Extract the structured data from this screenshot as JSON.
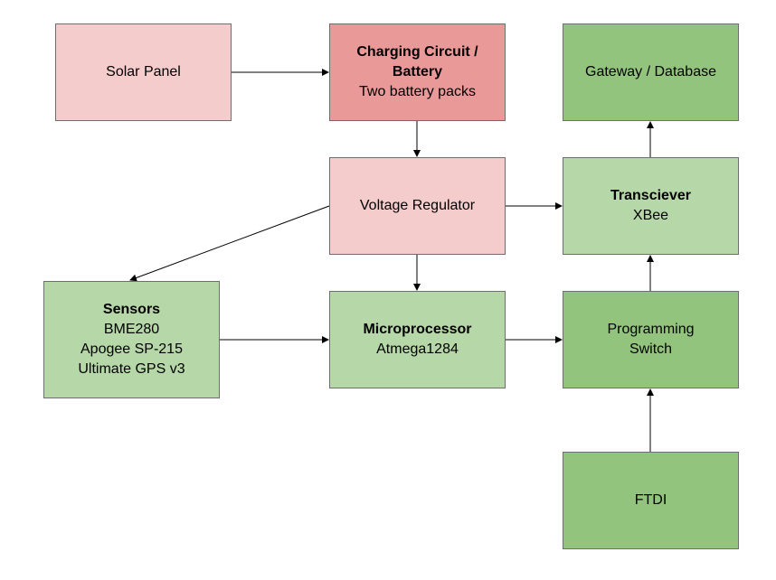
{
  "colors": {
    "power_light": "#f4cccc",
    "power_dark": "#ea9999",
    "green_light": "#b6d7a8",
    "green_dark": "#93c47d",
    "border": "#6e6e6e",
    "arrow": "#000000"
  },
  "nodes": {
    "solar": {
      "title": "",
      "lines": [
        "Solar Panel"
      ]
    },
    "charging": {
      "title": "Charging Circuit /\nBattery",
      "lines": [
        "Two battery packs"
      ]
    },
    "gateway": {
      "title": "",
      "lines": [
        "Gateway / Database"
      ]
    },
    "voltage": {
      "title": "",
      "lines": [
        "Voltage Regulator"
      ]
    },
    "transceiver": {
      "title": "Transciever",
      "lines": [
        "XBee"
      ]
    },
    "sensors": {
      "title": "Sensors",
      "lines": [
        "BME280",
        "Apogee SP-215",
        "Ultimate GPS v3"
      ]
    },
    "micro": {
      "title": "Microprocessor",
      "lines": [
        "Atmega1284"
      ]
    },
    "progswitch": {
      "title": "",
      "lines": [
        "Programming",
        "Switch"
      ]
    },
    "ftdi": {
      "title": "",
      "lines": [
        "FTDI"
      ]
    }
  },
  "edges": [
    {
      "from": "solar",
      "to": "charging"
    },
    {
      "from": "charging",
      "to": "voltage"
    },
    {
      "from": "voltage",
      "to": "transceiver"
    },
    {
      "from": "voltage",
      "to": "sensors"
    },
    {
      "from": "voltage",
      "to": "micro"
    },
    {
      "from": "sensors",
      "to": "micro"
    },
    {
      "from": "micro",
      "to": "progswitch"
    },
    {
      "from": "progswitch",
      "to": "transceiver"
    },
    {
      "from": "transceiver",
      "to": "gateway"
    },
    {
      "from": "ftdi",
      "to": "progswitch"
    }
  ]
}
